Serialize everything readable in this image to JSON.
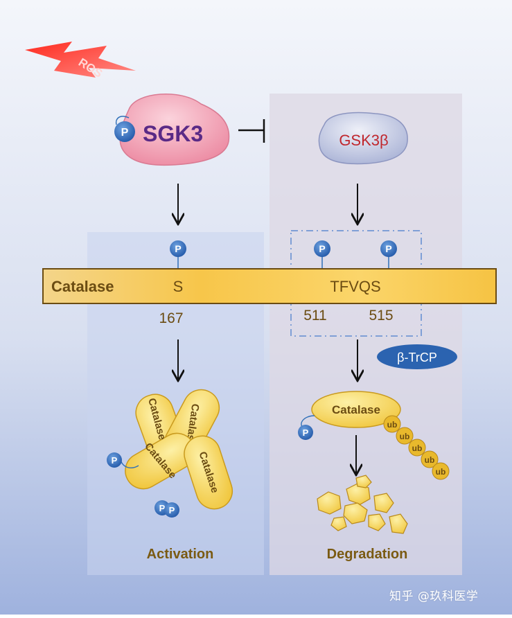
{
  "diagram": {
    "ros_label": "ROS",
    "sgk3": {
      "label": "SGK3",
      "phospho": "P"
    },
    "gsk3b": {
      "label": "GSK3β"
    },
    "catalase_bar": {
      "label": "Catalase",
      "site_left": "S",
      "site_left_num": "167",
      "motif_right": "TFVQS",
      "site_r1_num": "511",
      "site_r2_num": "515",
      "phospho": "P"
    },
    "btrcp": "β-TrCP",
    "left_panel": {
      "caption": "Activation",
      "tetramer_labels": [
        "Catalase",
        "Catalase",
        "Catalase",
        "Catalase"
      ],
      "phospho": "P"
    },
    "right_panel": {
      "caption": "Degradation",
      "catalase_label": "Catalase",
      "phospho": "P",
      "ubiquitin": [
        "ub",
        "ub",
        "ub",
        "ub",
        "ub"
      ]
    }
  },
  "watermark": "知乎 @玖科医学",
  "colors": {
    "sgk3_fill": "#f19cb0",
    "sgk3_text": "#5a2a86",
    "gsk3b_fill": "#c7cde6",
    "gsk3b_text": "#c0272d",
    "catalase_fill": "#f2c94c",
    "catalase_text": "#6b4c12",
    "phospho": "#2f6fb8",
    "btrcp": "#2b63b0",
    "caption": "#7a5a12",
    "ros": "#e8231f"
  }
}
